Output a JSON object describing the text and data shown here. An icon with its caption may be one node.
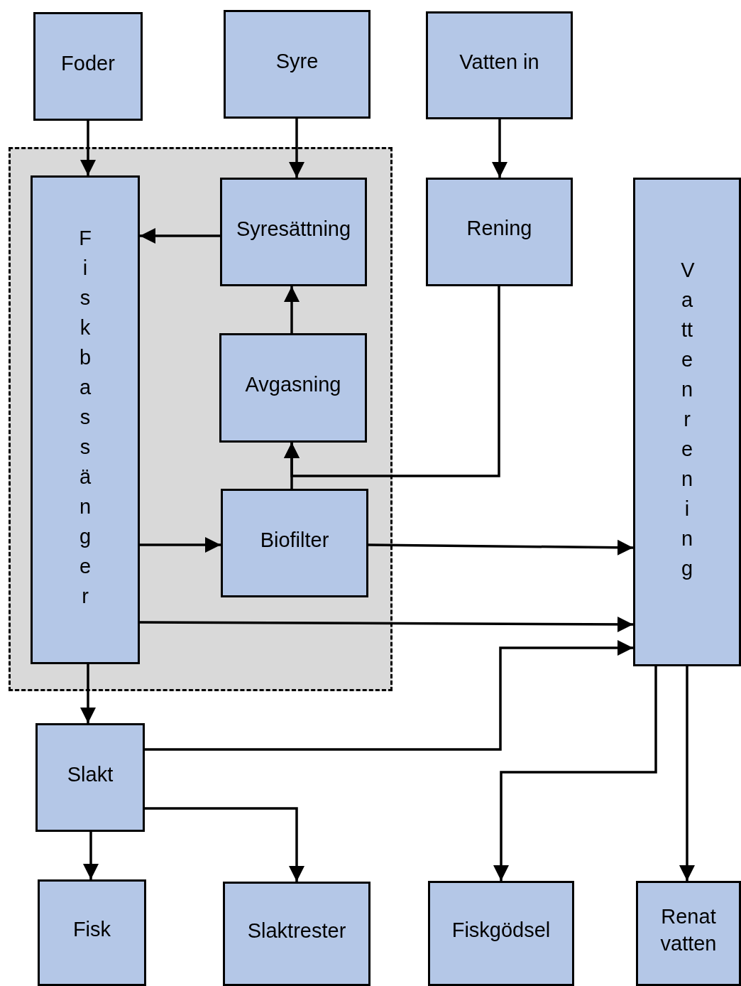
{
  "diagram": {
    "nodes": [
      {
        "text": [
          "Foder"
        ]
      },
      {
        "text": [
          "Syre"
        ]
      },
      {
        "text": [
          "Vatten in"
        ]
      },
      {
        "text": [],
        "shape": "box"
      },
      {
        "text": [
          "Fiskbassänger"
        ],
        "in": 3
      },
      {
        "text": [
          "Syresättning"
        ],
        "in": 3
      },
      {
        "text": [
          "Avgasning"
        ],
        "in": 3
      },
      {
        "text": [
          "Biofilter"
        ],
        "in": 3
      },
      {
        "text": [
          "Rening"
        ]
      },
      {
        "text": [
          "Vattenrening"
        ]
      },
      {
        "text": [
          "Slakt"
        ]
      },
      {
        "text": [
          "Fisk"
        ]
      },
      {
        "text": [
          "Slaktrester"
        ]
      },
      {
        "text": [
          "Fiskgödsel"
        ]
      },
      {
        "text": [
          "Renat vatten"
        ]
      }
    ],
    "edges": [
      {
        "from": 0,
        "to": 4,
        "arrow": "to"
      },
      {
        "from": 1,
        "to": 5,
        "arrow": "to"
      },
      {
        "from": 2,
        "to": 8,
        "arrow": "to"
      },
      {
        "from": 5,
        "to": 4,
        "arrow": "to"
      },
      {
        "from": 6,
        "to": 5,
        "arrow": "to"
      },
      {
        "from": 7,
        "to": 6,
        "arrow": "to"
      },
      {
        "from": 8,
        "to": 6,
        "arrow": "to"
      },
      {
        "from": 4,
        "to": 7,
        "arrow": "to"
      },
      {
        "from": 7,
        "to": 9,
        "arrow": "to"
      },
      {
        "from": 4,
        "to": 9,
        "arrow": "to"
      },
      {
        "from": 4,
        "to": 10,
        "arrow": "to"
      },
      {
        "from": 10,
        "to": 9,
        "arrow": "to"
      },
      {
        "from": 10,
        "to": 11,
        "arrow": "to"
      },
      {
        "from": 10,
        "to": 12,
        "arrow": "to"
      },
      {
        "from": 9,
        "to": 13,
        "arrow": "to"
      },
      {
        "from": 9,
        "to": 14,
        "arrow": "to"
      }
    ]
  }
}
